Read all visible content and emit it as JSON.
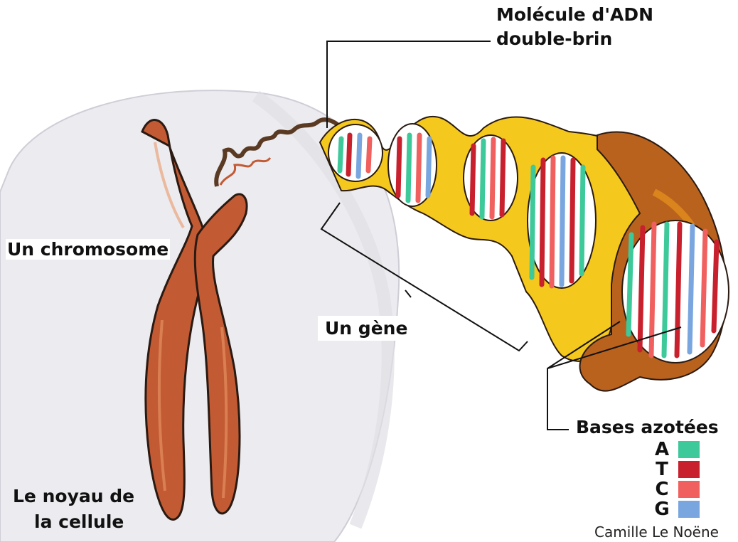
{
  "labels": {
    "dna_line1": "Molécule d'ADN",
    "dna_line2": "double-brin",
    "chromosome": "Un chromosome",
    "gene": "Un gène",
    "bases": "Bases azotées",
    "nucleus_line1": "Le noyau de",
    "nucleus_line2": "la cellule",
    "credit": "Camille Le Noëne"
  },
  "legend": [
    {
      "letter": "A",
      "color": "#3ec99a"
    },
    {
      "letter": "T",
      "color": "#c8202c"
    },
    {
      "letter": "C",
      "color": "#f0605e"
    },
    {
      "letter": "G",
      "color": "#7aa6e0"
    }
  ],
  "colors": {
    "chromosome": "#c25a34",
    "chromosome_outline": "#2a1a12",
    "backbone_yellow": "#f5c81e",
    "backbone_orange": "#e8931c",
    "backbone_brown": "#b9621e",
    "nucleus": "#ecebef"
  }
}
